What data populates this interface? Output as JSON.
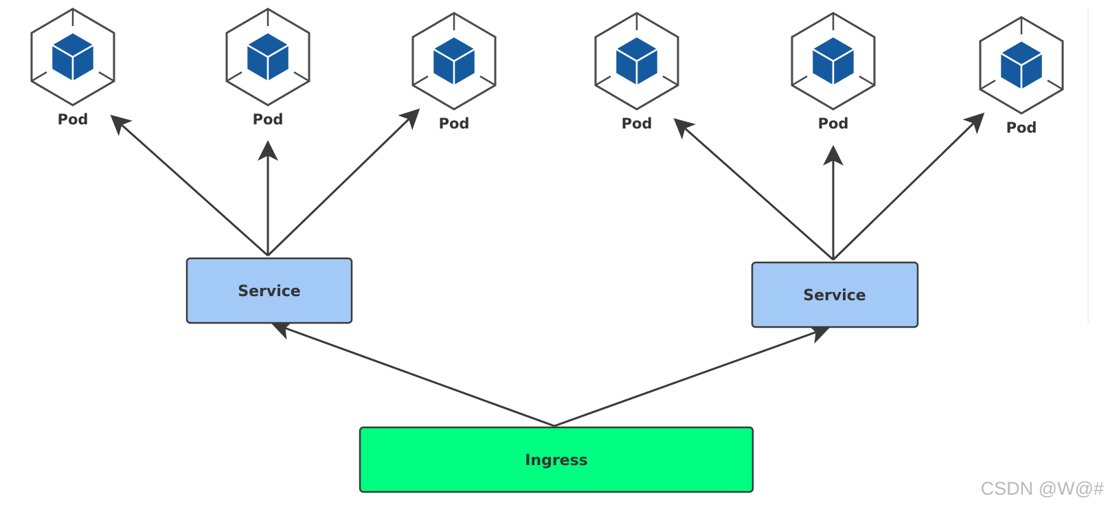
{
  "pods": [
    {
      "label": "Pod"
    },
    {
      "label": "Pod"
    },
    {
      "label": "Pod"
    },
    {
      "label": "Pod"
    },
    {
      "label": "Pod"
    },
    {
      "label": "Pod"
    }
  ],
  "services": [
    {
      "label": "Service"
    },
    {
      "label": "Service"
    }
  ],
  "ingress": {
    "label": "Ingress"
  },
  "watermark": "CSDN @W@#",
  "icons": {
    "pod": "cube-icon"
  },
  "colors": {
    "service_fill": "#a3c9f7",
    "ingress_fill": "#00ff80",
    "cube_blue": "#155a9e",
    "line": "#3a3a3a"
  }
}
